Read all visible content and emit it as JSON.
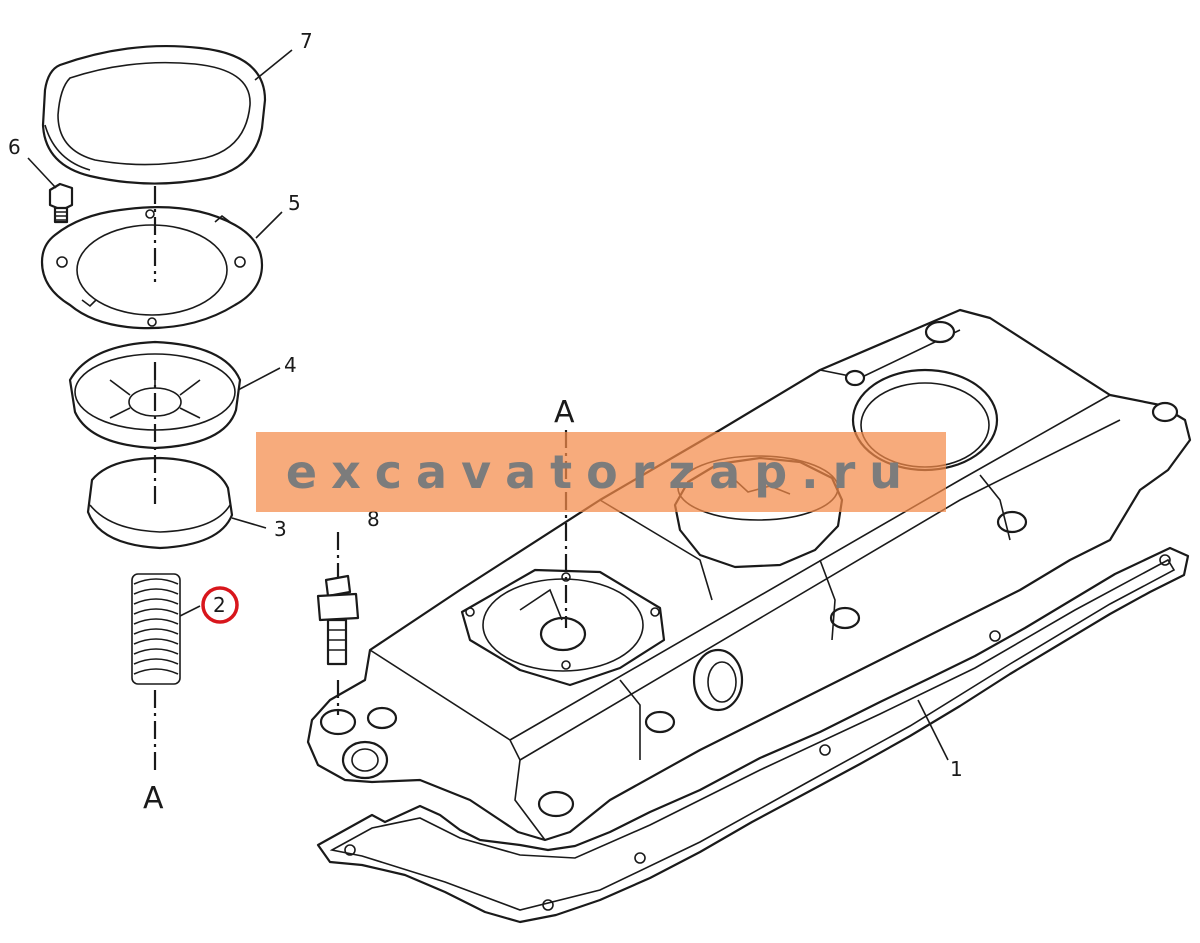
{
  "callouts": {
    "p1": "1",
    "p2": "2",
    "p3": "3",
    "p4": "4",
    "p5": "5",
    "p6": "6",
    "p7": "7",
    "p8": "8"
  },
  "views": {
    "a_top": "A",
    "a_bottom": "A"
  },
  "highlight": {
    "callout": "2",
    "color": "#d8161c"
  },
  "watermark": {
    "text": "excavatorzap.ru",
    "background": "#f48a4a",
    "text_color": "#7c7c7c"
  }
}
